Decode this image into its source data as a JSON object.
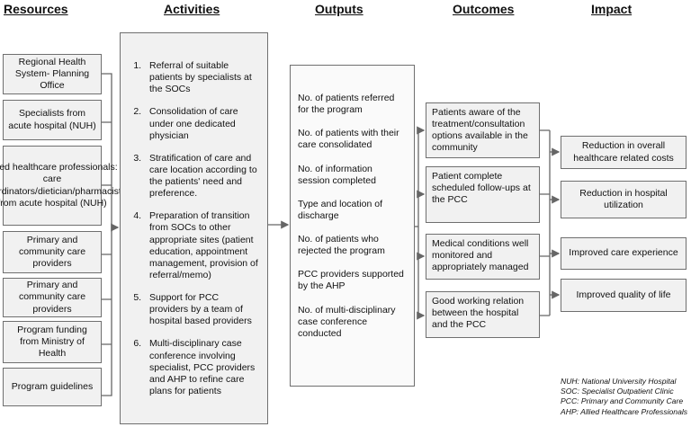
{
  "headers": {
    "resources": "Resources",
    "activities": "Activities",
    "outputs": "Outputs",
    "outcomes": "Outcomes",
    "impact": "Impact"
  },
  "resources": [
    "Regional Health System- Planning Office",
    "Specialists from acute hospital (NUH)",
    "Allied healthcare professionals: care coordinators/dietician/pharmacist from acute hospital (NUH)",
    "Primary and community care providers",
    "Primary and community care providers",
    "Program funding from Ministry of Health",
    "Program guidelines"
  ],
  "activities": [
    "Referral of suitable patients by specialists at the SOCs",
    "Consolidation of care under one dedicated physician",
    "Stratification of care and care location according to the patients' need and preference.",
    "Preparation of transition from SOCs to other appropriate sites (patient education, appointment management, provision of referral/memo)",
    "Support for PCC providers by a team of hospital based providers",
    "Multi-disciplinary case conference involving specialist, PCC providers and AHP to refine care plans for patients"
  ],
  "outputs": [
    "No. of patients referred for the program",
    "No. of patients with their care consolidated",
    "No. of information session completed",
    "Type and location of discharge",
    "No. of patients who rejected the program",
    "PCC providers supported by the AHP",
    "No. of multi-disciplinary case conference conducted"
  ],
  "outcomes": [
    "Patients aware of the treatment/consultation options available in the community",
    "Patient complete scheduled follow-ups at the PCC",
    "Medical conditions well monitored and appropriately managed",
    "Good working relation between the hospital and the PCC"
  ],
  "impact": [
    "Reduction in overall healthcare related costs",
    "Reduction in hospital utilization",
    "Improved care experience",
    "Improved quality of life"
  ],
  "legend": [
    "NUH: National University Hospital",
    "SOC: Specialist Outpatient Clinic",
    "PCC: Primary and Community Care",
    "AHP: Allied Healthcare Professionals"
  ]
}
